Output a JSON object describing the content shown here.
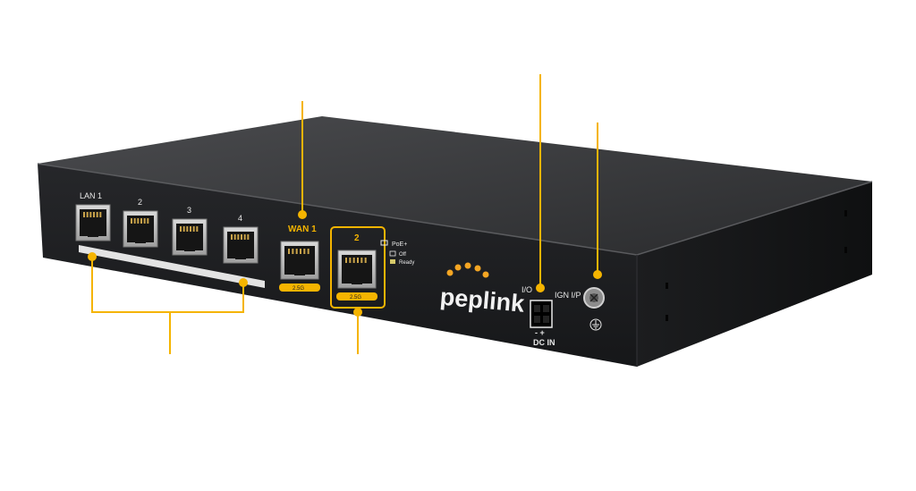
{
  "colors": {
    "callout": "#f5b400",
    "chassis_top": "#3a3b3d",
    "chassis_front": "#1d1e20",
    "chassis_side": "#151617",
    "brand_orange": "#f5a623"
  },
  "device": {
    "brand": "peplink",
    "lan_ports": [
      {
        "label": "LAN 1"
      },
      {
        "label": "2"
      },
      {
        "label": "3"
      },
      {
        "label": "4"
      }
    ],
    "wan_ports": [
      {
        "label": "WAN 1",
        "speed": "2.5G"
      },
      {
        "label": "2",
        "speed": "2.5G"
      }
    ],
    "poe_legend": {
      "title": "PoE+",
      "off": "Off",
      "ready": "Ready"
    },
    "power": {
      "io_label": "I/O",
      "ign_label": "IGN I/P",
      "polarity": "- +",
      "dc_label": "DC IN"
    }
  }
}
